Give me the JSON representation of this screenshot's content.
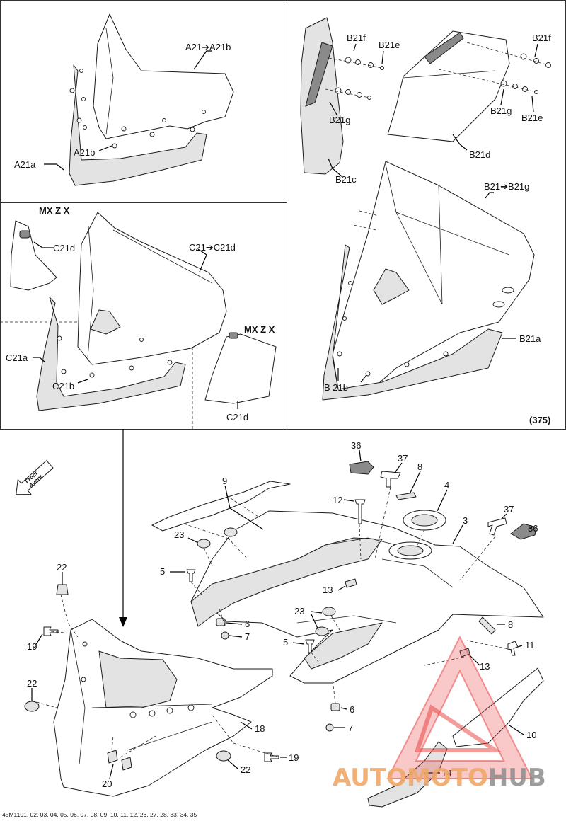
{
  "panels": {
    "a21_title": "A21➔A21b",
    "a21a": "A21a",
    "a21b": "A21b",
    "b21f_1": "B21f",
    "b21e_1": "B21e",
    "b21g_1": "B21g",
    "b21c": "B21c",
    "b21f_2": "B21f",
    "b21g_2": "B21g",
    "b21e_2": "B21e",
    "b21d": "B21d",
    "b21_title": "B21➔B21g",
    "b21a": "B21a",
    "b21b": "B 21b",
    "ref_number": "(375)",
    "mx_z_x_1": "MX Z X",
    "c21d_1": "C21d",
    "c21_title": "C21➔C21d",
    "c21a": "C21a",
    "c21b": "C21b",
    "mx_z_x_2": "MX Z X",
    "c21d_2": "C21d"
  },
  "front_arrow": {
    "line1": "Front",
    "line2": "Avant"
  },
  "callouts": [
    "36",
    "37",
    "8",
    "4",
    "12",
    "3",
    "9",
    "37",
    "36",
    "23",
    "5",
    "13",
    "6",
    "7",
    "23",
    "5",
    "8",
    "11",
    "13",
    "22",
    "19",
    "22",
    "18",
    "6",
    "7",
    "10",
    "20",
    "22",
    "19",
    "14"
  ],
  "footer": "45M1101, 02, 03, 04, 05, 06, 07, 08, 09, 10, 11, 12, 26, 27, 28, 33, 34, 35",
  "watermark": {
    "part1": "AUTO",
    "part2": "MOTO",
    "part3": "HUB",
    "color_primary": "#f0a868",
    "color_secondary": "#8d8d8d",
    "logo_color": "#e83a3a"
  }
}
